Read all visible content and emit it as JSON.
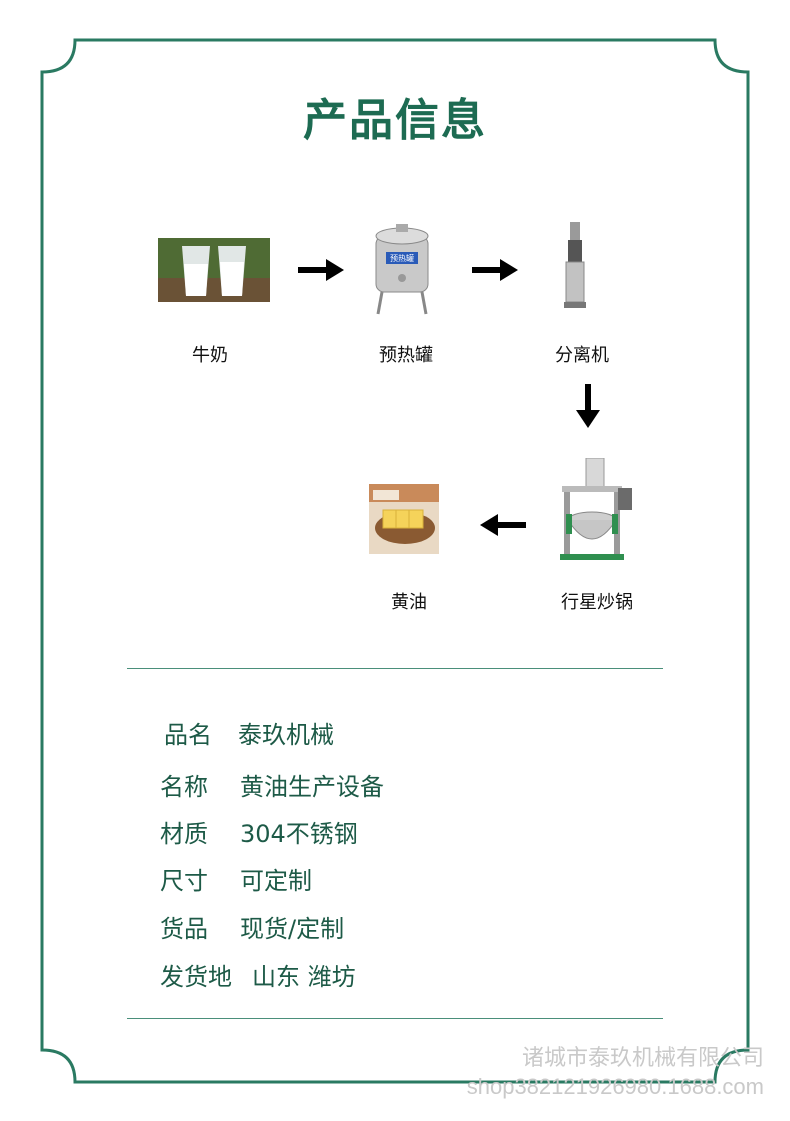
{
  "title": "产品信息",
  "flow": {
    "steps": [
      {
        "label": "牛奶",
        "icon": "milk-glasses-photo"
      },
      {
        "label": "预热罐",
        "icon": "preheat-tank-photo",
        "tank_badge": "预热罐"
      },
      {
        "label": "分离机",
        "icon": "separator-photo"
      },
      {
        "label": "行星炒锅",
        "icon": "planetary-wok-photo"
      },
      {
        "label": "黄油",
        "icon": "butter-photo"
      }
    ]
  },
  "info": {
    "rows": [
      {
        "key": "品名",
        "value": "泰玖机械"
      },
      {
        "key": "名称",
        "value": "黄油生产设备"
      },
      {
        "key": "材质",
        "value": "304不锈钢"
      },
      {
        "key": "尺寸",
        "value": "可定制"
      },
      {
        "key": "货品",
        "value": "现货/定制"
      },
      {
        "key": "发货地",
        "value": "山东 潍坊"
      }
    ]
  },
  "watermark": {
    "company": "诸城市泰玖机械有限公司",
    "shop": "shop382121926980.1688.com"
  },
  "colors": {
    "accent": "#1d6b52",
    "frame": "#2a7a62"
  }
}
